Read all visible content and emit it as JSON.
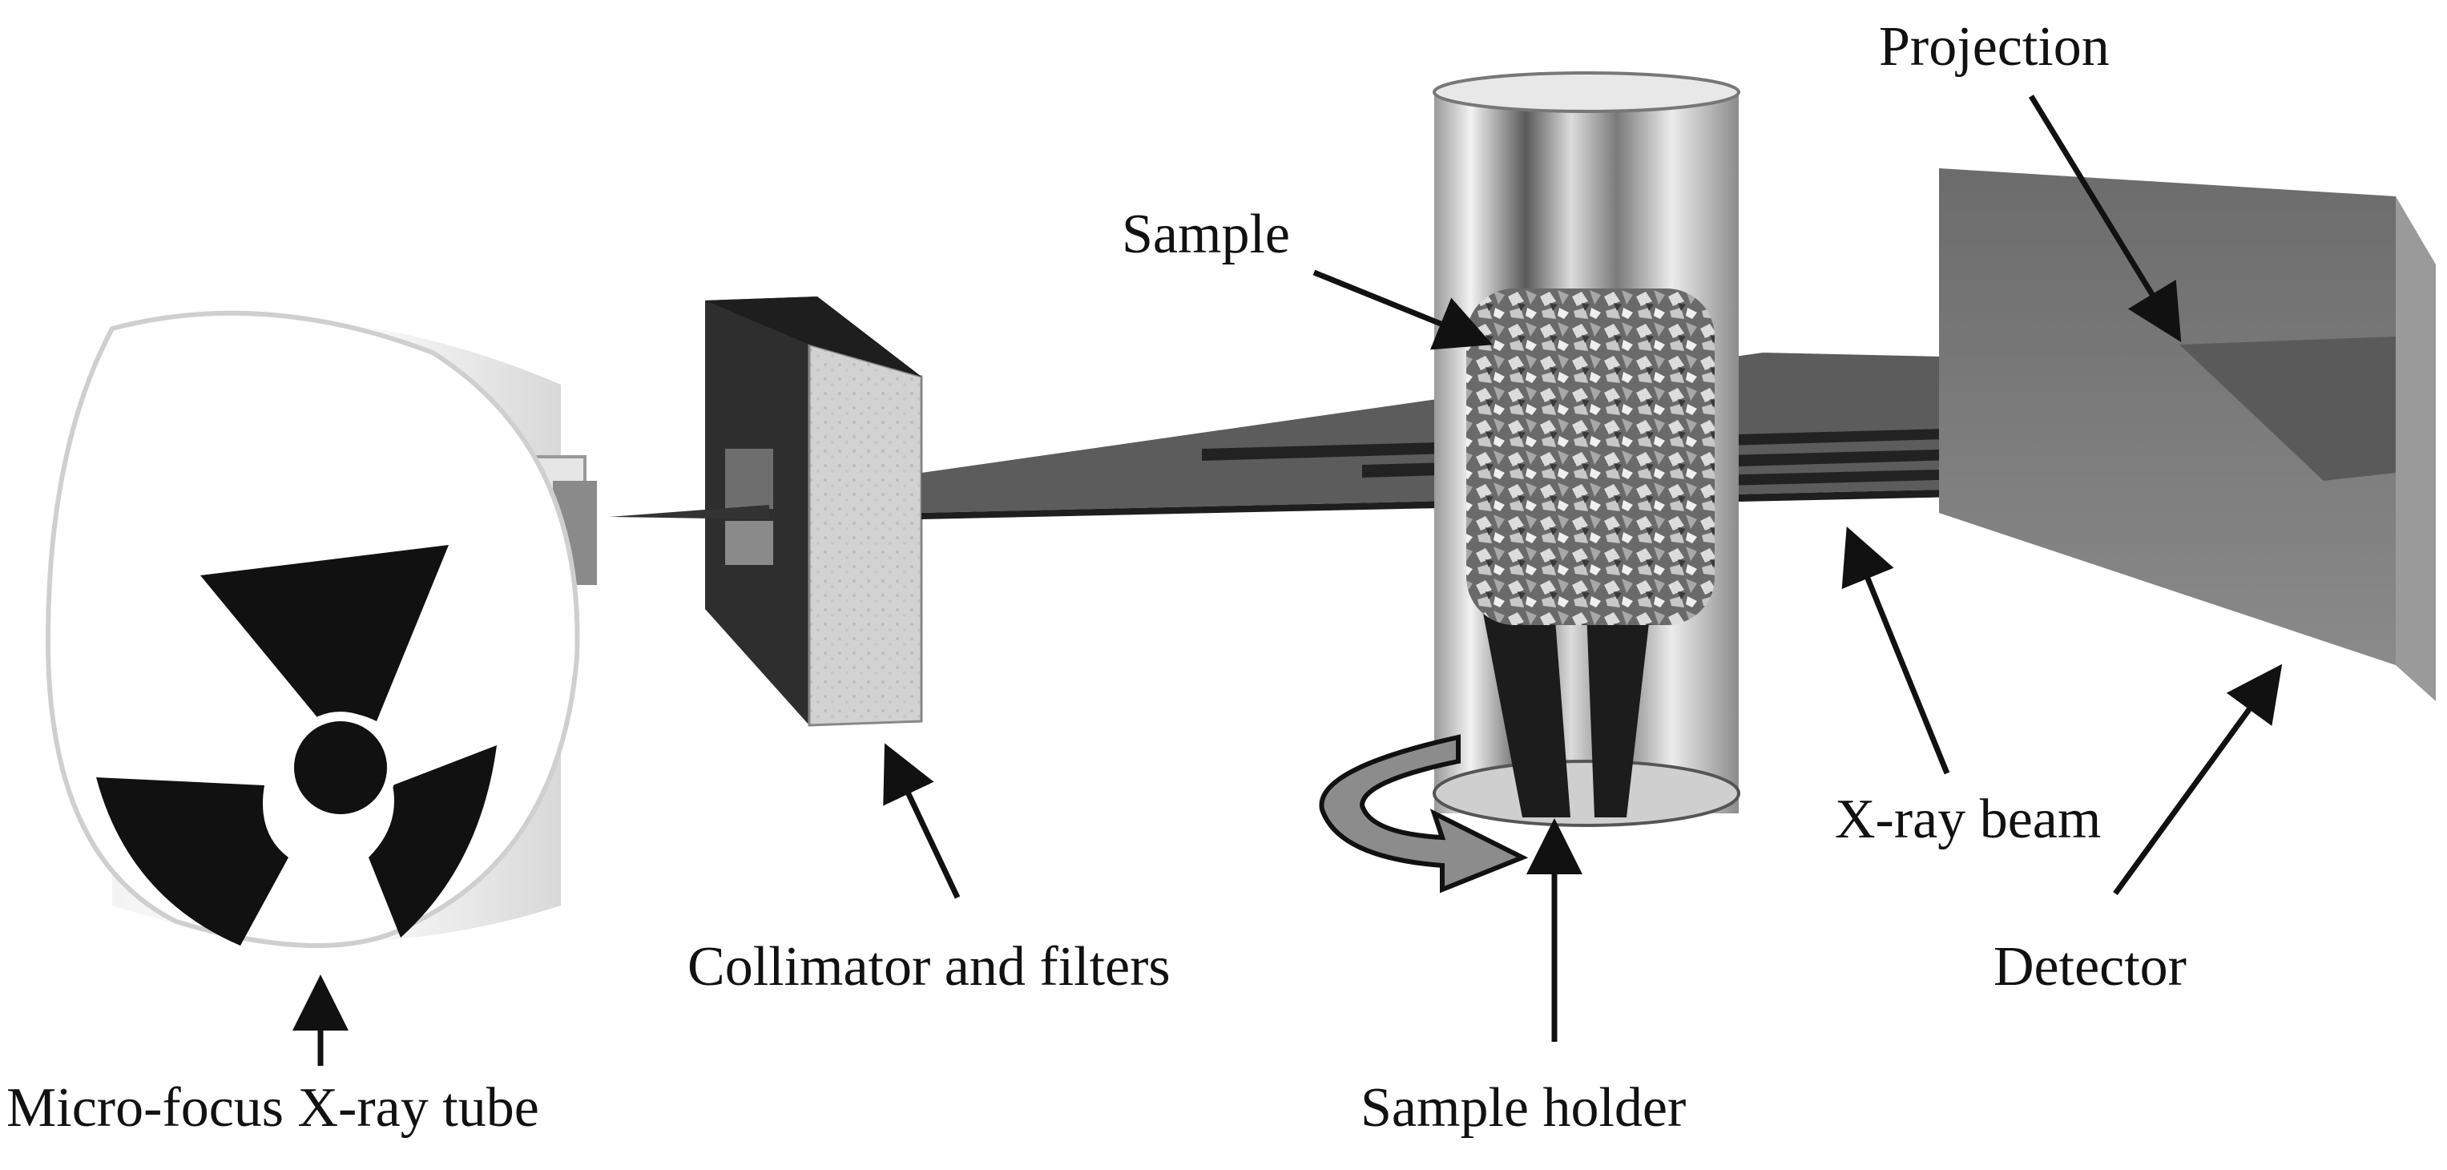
{
  "labels": {
    "projection": "Projection",
    "sample": "Sample",
    "collimator": "Collimator and filters",
    "xray_beam": "X-ray beam",
    "detector": "Detector",
    "tube": "Micro-focus X-ray tube",
    "sample_holder": "Sample holder"
  },
  "icons": [
    "radiation-trefoil-icon",
    "rotation-arrow-icon"
  ],
  "colors": {
    "ink": "#111111",
    "beam": "#555555",
    "detector": "#7a7a7a"
  }
}
